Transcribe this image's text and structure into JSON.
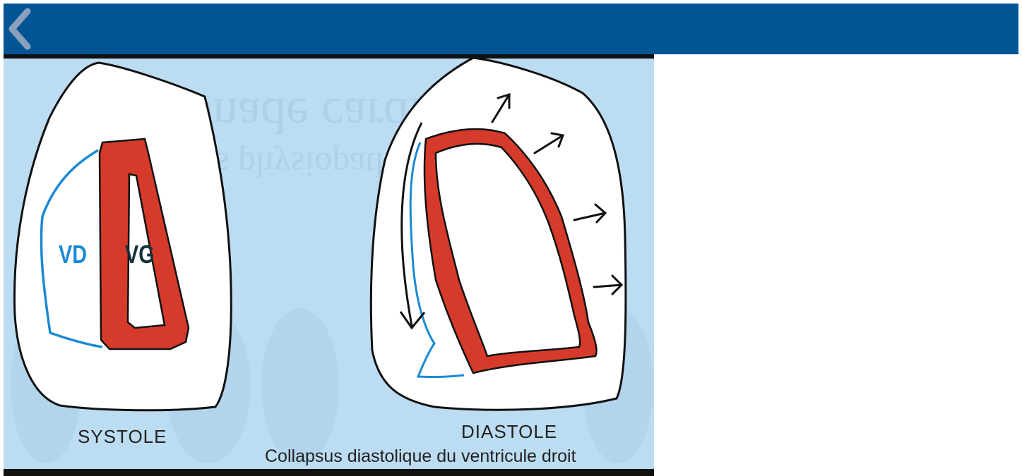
{
  "header": {
    "back_icon": "chevron-left-icon",
    "color": "#015595"
  },
  "figure": {
    "label_vd": "VD",
    "label_vg": "VG",
    "label_systole": "SYSTOLE",
    "label_diastole": "DIASTOLE",
    "caption": "Collapsus diastolique du ventricule droit",
    "colors": {
      "myocardium": "#d63a2a",
      "right_ventricle": "#1a8ad4",
      "background": "#bcdcf2"
    }
  }
}
